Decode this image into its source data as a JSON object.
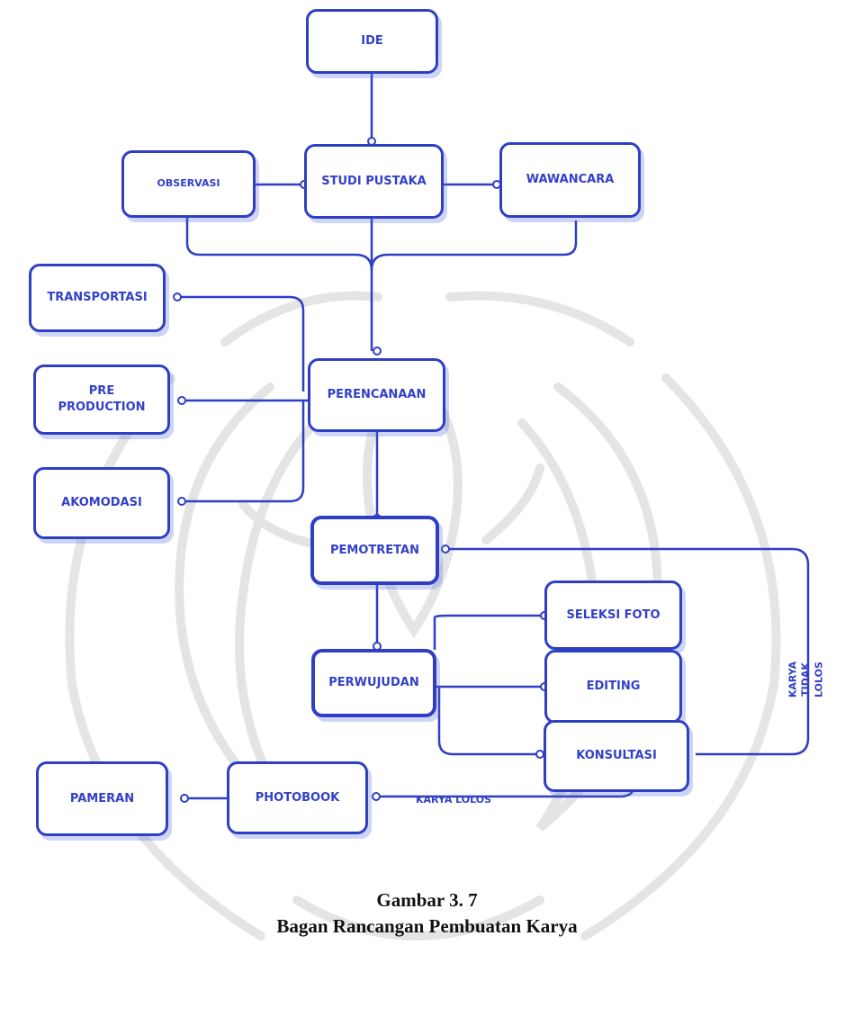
{
  "diagram": {
    "nodes": {
      "ide": "IDE",
      "observasi": "OBSERVASI",
      "studi_pustaka": "STUDI PUSTAKA",
      "wawancara": "WAWANCARA",
      "transportasi": "TRANSPORTASI",
      "pre_production": "PRE\nPRODUCTION",
      "perencanaan": "PERENCANAAN",
      "akomodasi": "AKOMODASI",
      "pemotretan": "PEMOTRETAN",
      "seleksi_foto": "SELEKSI FOTO",
      "perwujudan": "PERWUJUDAN",
      "editing": "EDITING",
      "konsultasi": "KONSULTASI",
      "pameran": "PAMERAN",
      "photobook": "PHOTOBOOK"
    },
    "edge_labels": {
      "karya_tidak_lolos": "KARYA TIDAK\nLOLOS",
      "karya_lolos": "KARYA LOLOS"
    },
    "colors": {
      "stroke": "#2f3fc4",
      "text": "#3340c8",
      "watermark": "#b4b4b4"
    }
  },
  "caption": {
    "figure_number": "Gambar 3. 7",
    "title": "Bagan Rancangan Pembuatan Karya"
  }
}
